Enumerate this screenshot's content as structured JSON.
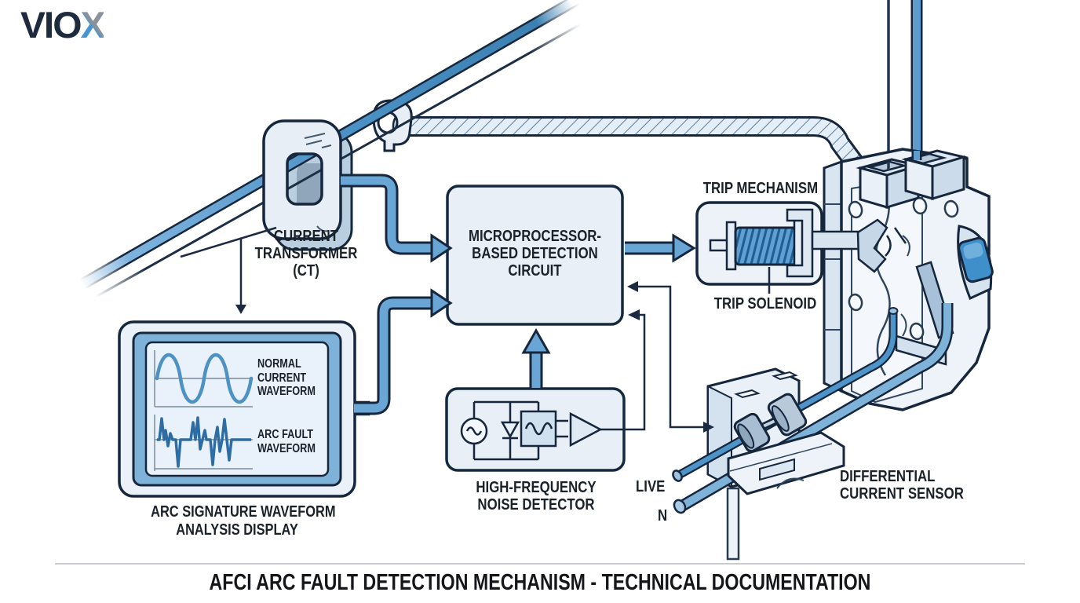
{
  "brand": {
    "logo_prefix": "VIO",
    "logo_x": "X"
  },
  "footer": {
    "title": "AFCI ARC FAULT DETECTION MECHANISM - TECHNICAL DOCUMENTATION"
  },
  "labels": {
    "current_transformer": {
      "line1": "CURRENT",
      "line2": "TRANSFORMER",
      "line3": "(CT)"
    },
    "detection_circuit": {
      "line1": "MICROPROCESSOR-",
      "line2": "BASED DETECTION",
      "line3": "CIRCUIT"
    },
    "trip_mechanism": "TRIP MECHANISM",
    "trip_solenoid": "TRIP SOLENOID",
    "display_normal_waveform": {
      "line1": "NORMAL",
      "line2": "CURRENT",
      "line3": "WAVEFORM"
    },
    "display_arc_waveform": {
      "line1": "ARC FAULT",
      "line2": "WAVEFORM"
    },
    "display_caption": {
      "line1": "ARC SIGNATURE WAVEFORM",
      "line2": "ANALYSIS DISPLAY"
    },
    "noise_detector": {
      "line1": "HIGH-FREQUENCY",
      "line2": "NOISE DETECTOR"
    },
    "differential_sensor": {
      "line1": "DIFFERENTIAL",
      "line2": "CURRENT SENSOR"
    },
    "live_wire": "LIVE",
    "neutral_wire": "N"
  },
  "colors": {
    "outline_navy": "#16263c",
    "arrow_blue": "#6aa6d5",
    "wire_blue": "#4f94c9",
    "panel_fill": "#e9eff6",
    "bezel_blue": "#7fb2d9",
    "toggle_blue": "#3f8fca",
    "label_text": "#1b2129",
    "divider_gray": "#c9ccd0"
  }
}
